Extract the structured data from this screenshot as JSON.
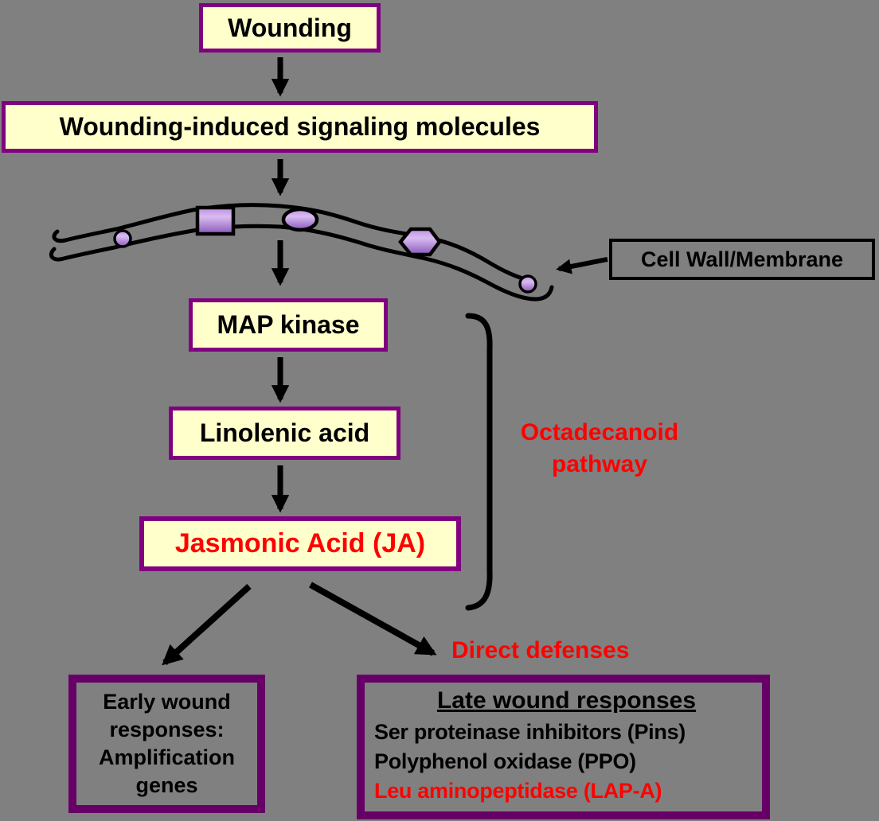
{
  "diagram": {
    "nodes": {
      "wounding": "Wounding",
      "signaling": "Wounding-induced signaling molecules",
      "map_kinase": "MAP kinase",
      "linolenic_acid": "Linolenic acid",
      "jasmonic_acid": "Jasmonic Acid (JA)"
    },
    "membrane_label": "Cell Wall/Membrane",
    "pathway_label": {
      "line1": "Octadecanoid",
      "line2": "pathway"
    },
    "direct_defenses_label": "Direct defenses",
    "early_box": {
      "lines": [
        "Early wound",
        "responses:",
        "Amplification",
        "genes"
      ]
    },
    "late_box": {
      "title": "Late wound responses",
      "items": [
        "Ser proteinase inhibitors (Pins)",
        "Polyphenol oxidase (PPO)",
        "Leu aminopeptidase (LAP-A)"
      ]
    },
    "colors": {
      "background": "#808080",
      "node_fill": "#FFFFCC",
      "node_border": "#800080",
      "outcome_box_border": "#660066",
      "highlight_red": "#FF0000",
      "line_black": "#000000",
      "membrane_shape_light": "#D9BCF2",
      "membrane_shape_dark": "#8A58B8"
    }
  }
}
